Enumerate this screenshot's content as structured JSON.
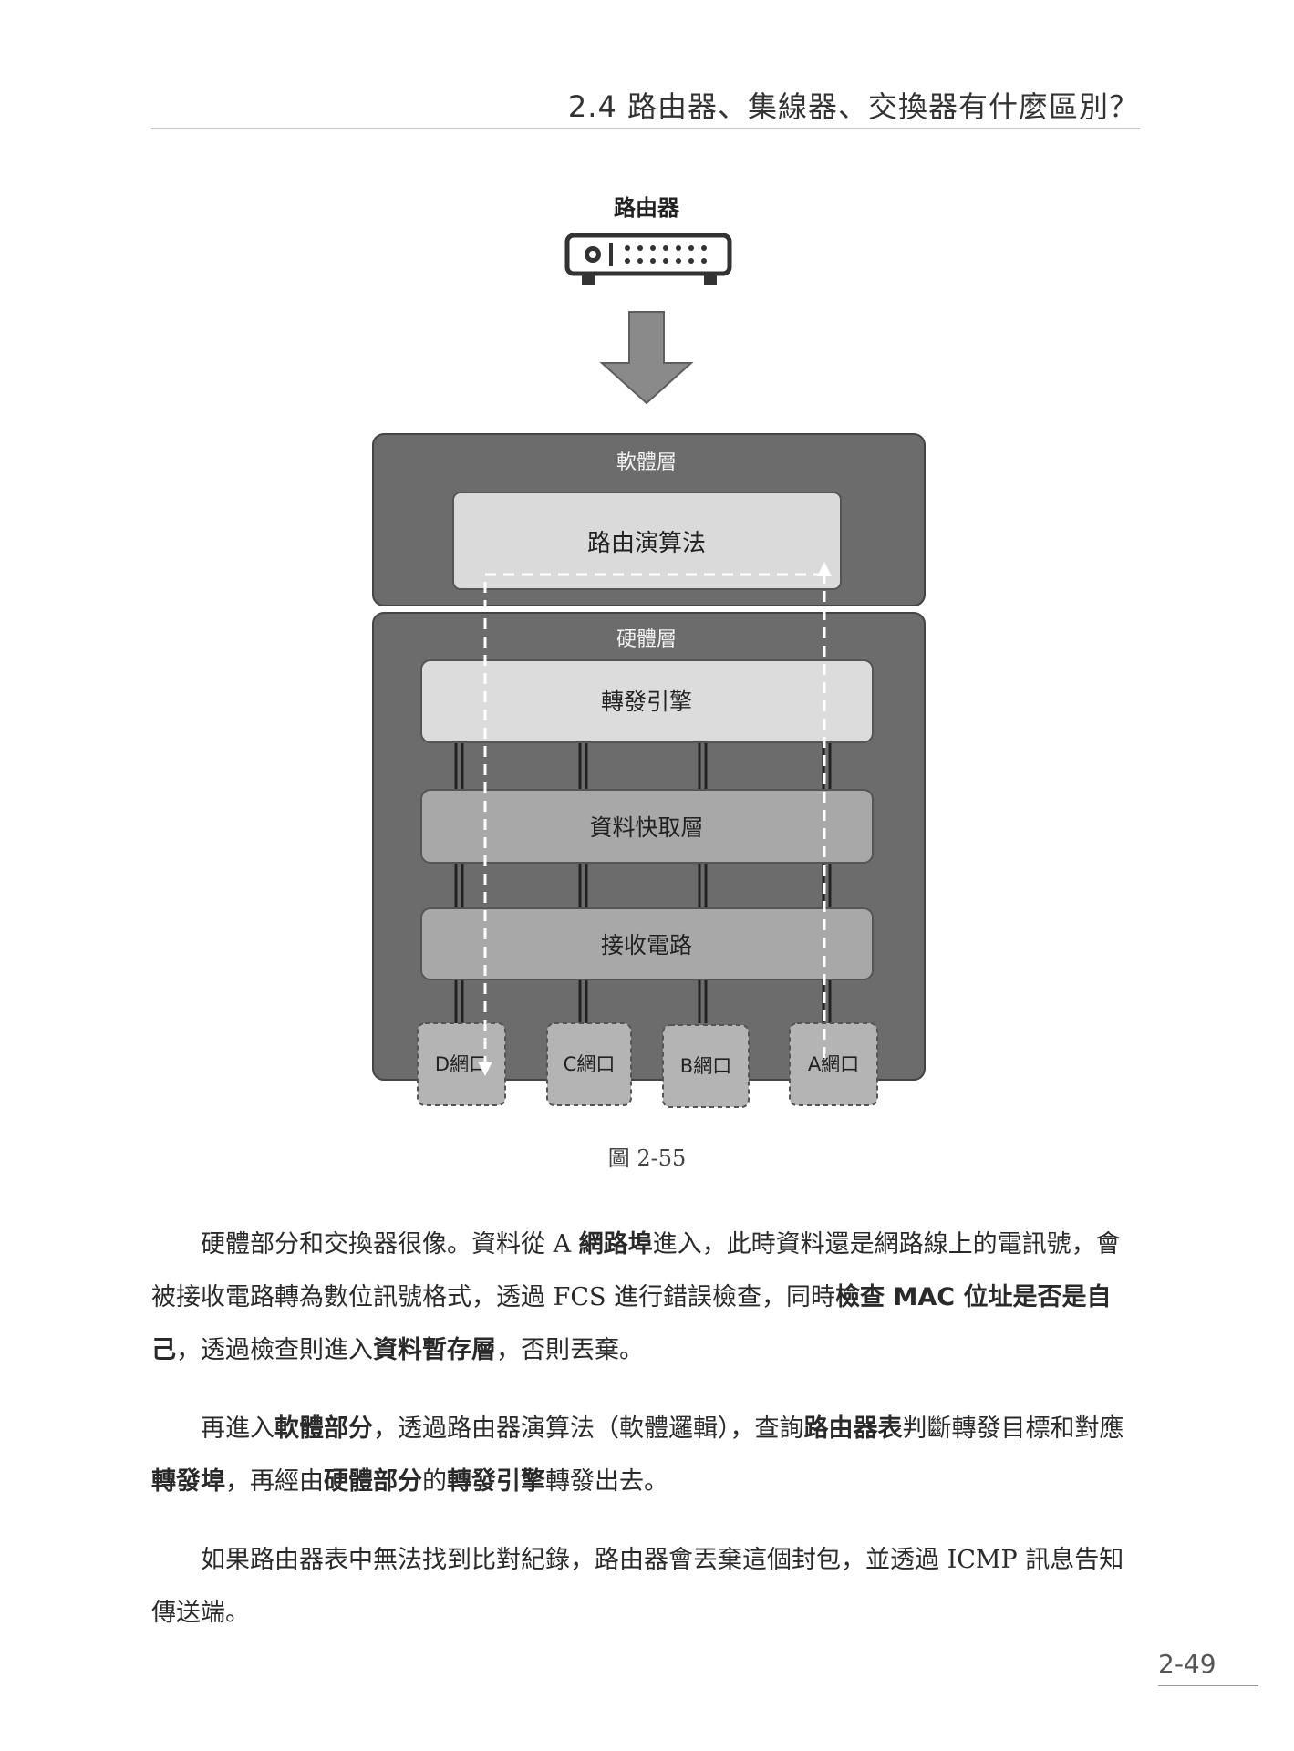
{
  "header": {
    "section_title": "2.4 路由器、集線器、交換器有什麼區別？"
  },
  "diagram": {
    "router_label": "路由器",
    "software_layer": {
      "label": "軟體層",
      "module": "路由演算法"
    },
    "hardware_layer": {
      "label": "硬體層",
      "modules": [
        "轉發引擎",
        "資料快取層",
        "接收電路"
      ],
      "ports": [
        "D網口",
        "C網口",
        "B網口",
        "A網口"
      ]
    }
  },
  "figure": {
    "caption": "圖 2-55"
  },
  "paragraphs": [
    {
      "segments": [
        {
          "text": "硬體部分和交換器很像。資料從 A ",
          "bold": false
        },
        {
          "text": "網路埠",
          "bold": true
        },
        {
          "text": "進入，此時資料還是網路線上的電訊號，會被接收電路轉為數位訊號格式，透過 FCS 進行錯誤檢查，同時",
          "bold": false
        },
        {
          "text": "檢查 MAC 位址是否是自己",
          "bold": true
        },
        {
          "text": "，透過檢查則進入",
          "bold": false
        },
        {
          "text": "資料暫存層",
          "bold": true
        },
        {
          "text": "，否則丟棄。",
          "bold": false
        }
      ]
    },
    {
      "segments": [
        {
          "text": "再進入",
          "bold": false
        },
        {
          "text": "軟體部分",
          "bold": true
        },
        {
          "text": "，透過路由器演算法（軟體邏輯），查詢",
          "bold": false
        },
        {
          "text": "路由器表",
          "bold": true
        },
        {
          "text": "判斷轉發目標和對應",
          "bold": false
        },
        {
          "text": "轉發埠",
          "bold": true
        },
        {
          "text": "，再經由",
          "bold": false
        },
        {
          "text": "硬體部分",
          "bold": true
        },
        {
          "text": "的",
          "bold": false
        },
        {
          "text": "轉發引擎",
          "bold": true
        },
        {
          "text": "轉發出去。",
          "bold": false
        }
      ]
    },
    {
      "segments": [
        {
          "text": "如果路由器表中無法找到比對紀錄，路由器會丟棄這個封包，並透過 ICMP 訊息告知傳送端。",
          "bold": false
        }
      ]
    }
  ],
  "footer": {
    "page_number": "2-49"
  }
}
